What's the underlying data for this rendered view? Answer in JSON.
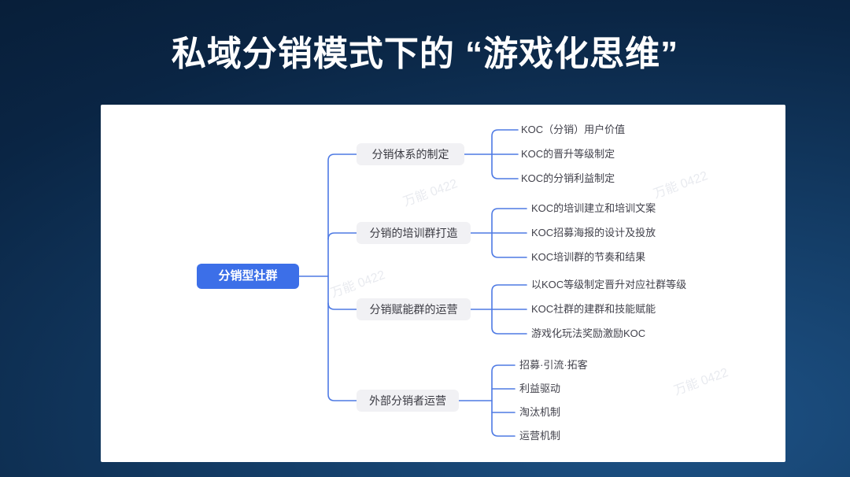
{
  "slide": {
    "title": "私域分销模式下的 “游戏化思维”",
    "background_color": "#0a2544",
    "card_color": "#ffffff",
    "accent_blue": "#3c6fe8",
    "connector_blue": "#4e7ae4",
    "watermark_text": "万能 0422"
  },
  "mindmap": {
    "root": {
      "label": "分销型社群"
    },
    "branches": [
      {
        "label": "分销体系的制定",
        "leaves": [
          "KOC（分销）用户价值",
          "KOC的晋升等级制定",
          "KOC的分销利益制定"
        ]
      },
      {
        "label": "分销的培训群打造",
        "leaves": [
          "KOC的培训建立和培训文案",
          "KOC招募海报的设计及投放",
          "KOC培训群的节奏和结果"
        ]
      },
      {
        "label": "分销赋能群的运营",
        "leaves": [
          "以KOC等级制定晋升对应社群等级",
          "KOC社群的建群和技能赋能",
          "游戏化玩法奖励激励KOC"
        ]
      },
      {
        "label": "外部分销者运营",
        "leaves": [
          "招募·引流·拓客",
          "利益驱动",
          "淘汰机制",
          "运营机制"
        ]
      }
    ]
  }
}
